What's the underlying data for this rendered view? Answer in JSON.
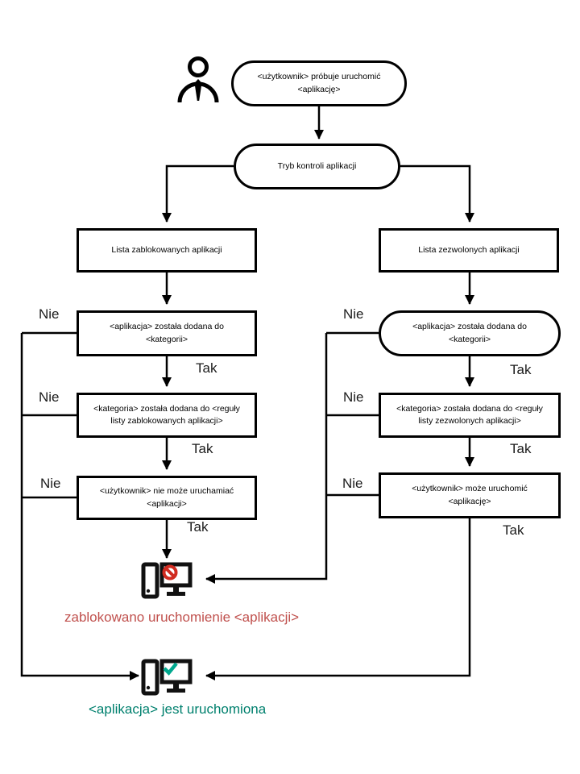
{
  "labels": {
    "yes": "Tak",
    "no": "Nie"
  },
  "flow": {
    "start": "<użytkownik> próbuje uruchomić <aplikację>",
    "mode": "Tryb kontroli aplikacji",
    "blocklist": {
      "title": "Lista zablokowanych aplikacji",
      "check_app": "<aplikacja>  została dodana do  <kategorii>",
      "check_category": "<kategoria> została dodana do <reguły listy zablokowanych aplikacji>",
      "result": "<użytkownik> nie może uruchamiać <aplikacji>"
    },
    "allowlist": {
      "title": "Lista zezwolonych aplikacji",
      "check_app": "<aplikacja>  została dodana do  <kategorii>",
      "check_category": "<kategoria> została dodana do <reguły listy zezwolonych aplikacji>",
      "result": "<użytkownik> może uruchomić <aplikację>"
    },
    "blocked_caption": "zablokowano uruchomienie  <aplikacji>",
    "running_caption": "<aplikacja> jest uruchomiona"
  },
  "colors": {
    "caption_blocked": "#c0504d",
    "caption_running": "#00806e",
    "prohibition_red": "#d02b20",
    "check_teal": "#00a88e",
    "line": "#000000"
  },
  "icons": [
    "user-icon",
    "blocked-computer-icon",
    "running-computer-icon"
  ]
}
